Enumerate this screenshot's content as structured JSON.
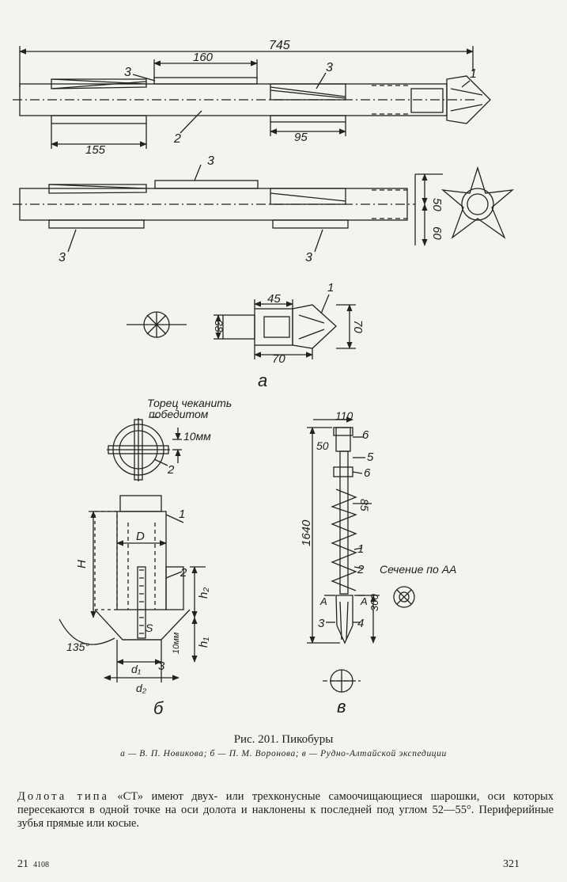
{
  "figure": {
    "view_a": {
      "dim_total": "745",
      "dim_160": "160",
      "dim_155": "155",
      "dim_95": "95",
      "dim_50": "50",
      "dim_60": "60",
      "dim_45": "45",
      "dim_70_horizontal": "70",
      "dim_70_vertical": "70",
      "dim_38": "38",
      "callout_1_top": "1",
      "callout_1_small": "1",
      "callout_2": "2",
      "callout_3": "3",
      "panel_letter": "а"
    },
    "view_b": {
      "note_line1": "Торец чеканить",
      "note_line2": "победитом",
      "dim_10mm": "10мм",
      "dim_10mm_side": "10мм",
      "label_D": "D",
      "label_H": "H",
      "label_h2": "h₂",
      "label_h1": "h₁",
      "label_S": "S",
      "label_d1": "d₁",
      "label_d2": "d₂",
      "angle": "135°",
      "callout_1": "1",
      "callout_2": "2",
      "callout_2_plan": "2",
      "callout_3": "3",
      "panel_letter": "б"
    },
    "view_v": {
      "dim_110": "110",
      "dim_50": "50",
      "dim_85": "85",
      "dim_1640": "1640",
      "dim_300": "300",
      "label_A_left": "А",
      "label_A_right": "А",
      "section_label": "Сечение по АА",
      "callouts": [
        "6",
        "5",
        "6",
        "1",
        "2",
        "3",
        "4"
      ],
      "panel_letter": "в"
    }
  },
  "caption": {
    "title": "Рис. 201. Пикобуры",
    "subtitle": "а — В. П. Новикова; б — П. М. Воронова; в — Рудно-Алтайской экспедиции"
  },
  "body": {
    "lead_spaced": "Долота типа",
    "text": "«СТ» имеют двух- или трехконусные самоочищающиеся шарошки, оси которых пересекаются в одной точке на оси долота и наклонены к последней под углом 52—55°. Периферийные зубья прямые или косые."
  },
  "footer": {
    "signature": "21",
    "print_code": "4108",
    "page_number": "321"
  }
}
